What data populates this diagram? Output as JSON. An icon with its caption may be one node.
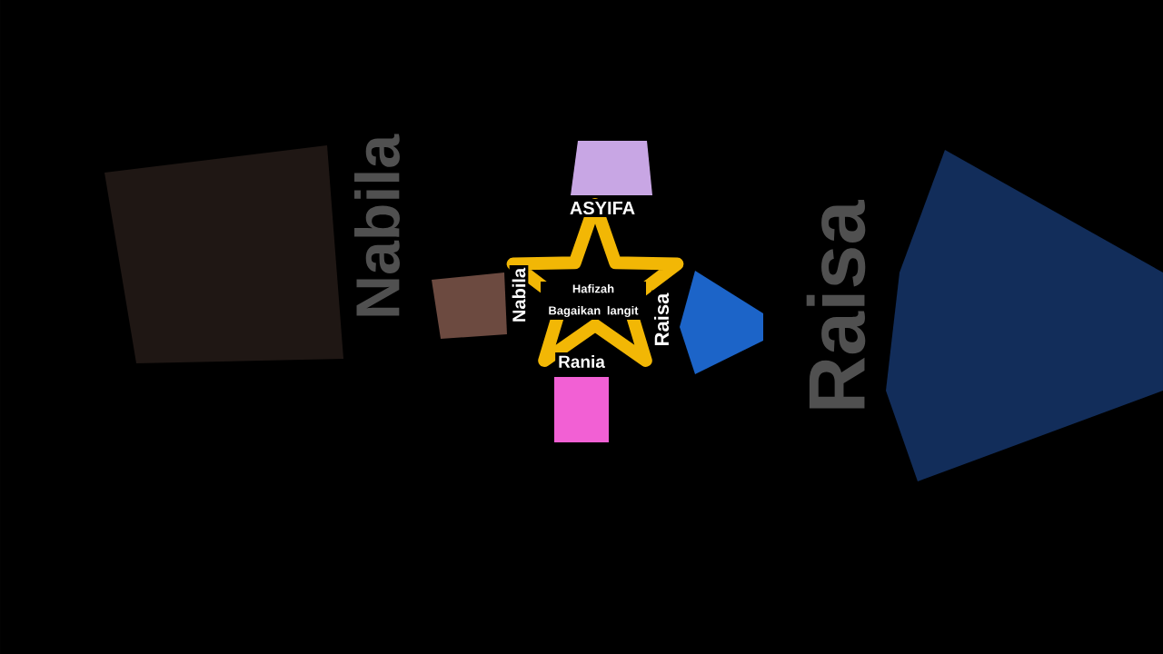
{
  "diagram": {
    "labels": [
      "ASYIFA",
      "Nabila",
      "Nabila",
      "Hafizah Bagaikan langit",
      "Raisa",
      "Raisa",
      "Rania"
    ]
  }
}
